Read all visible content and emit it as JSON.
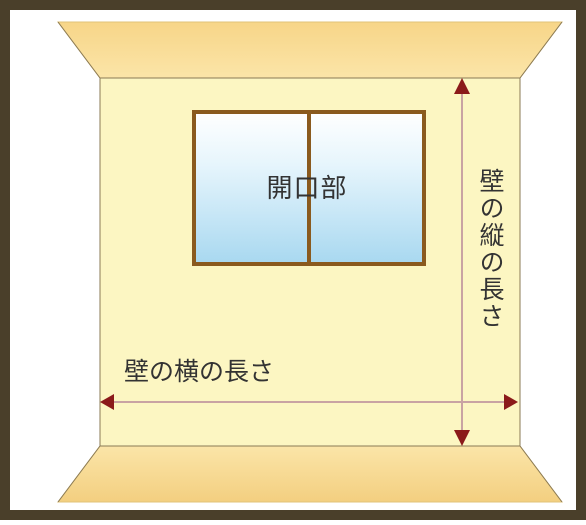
{
  "labels": {
    "opening": "開口部",
    "wall_width": "壁の横の長さ",
    "wall_height": "壁の縦の長さ"
  },
  "colors": {
    "outer_border": "#4a3f2a",
    "wall": "#fcf6c2",
    "ceiling_floor": "#f5d68a",
    "window_frame": "#8a5a1e",
    "glass_top": "#ffffff",
    "glass_bottom": "#a8d8f0",
    "arrow_line": "#c9a3a3",
    "arrow_head": "#8b1a1a"
  }
}
